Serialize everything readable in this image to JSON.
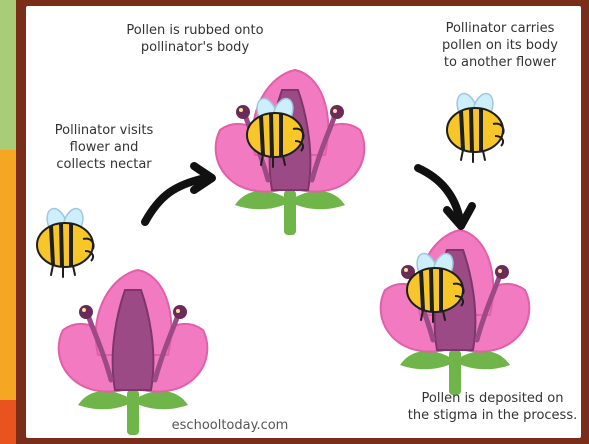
{
  "captions": {
    "step1": "Pollinator visits\nflower and\ncollects nectar",
    "step2": "Pollen is rubbed onto\npollinator's body",
    "step3": "Pollinator carries\npollen on its body\nto another flower",
    "step4": "Pollen is deposited on\nthe stigma in the process."
  },
  "credit": "eschooltoday.com",
  "colors": {
    "petal": "#f27ac0",
    "petal_edge": "#e35fa9",
    "pistil": "#9c4a86",
    "stem": "#6fb54a",
    "bee_yellow": "#f7c629",
    "bee_stripe": "#1e1e1e",
    "wing": "#cdeefc",
    "frame": "#7a2e1a"
  }
}
